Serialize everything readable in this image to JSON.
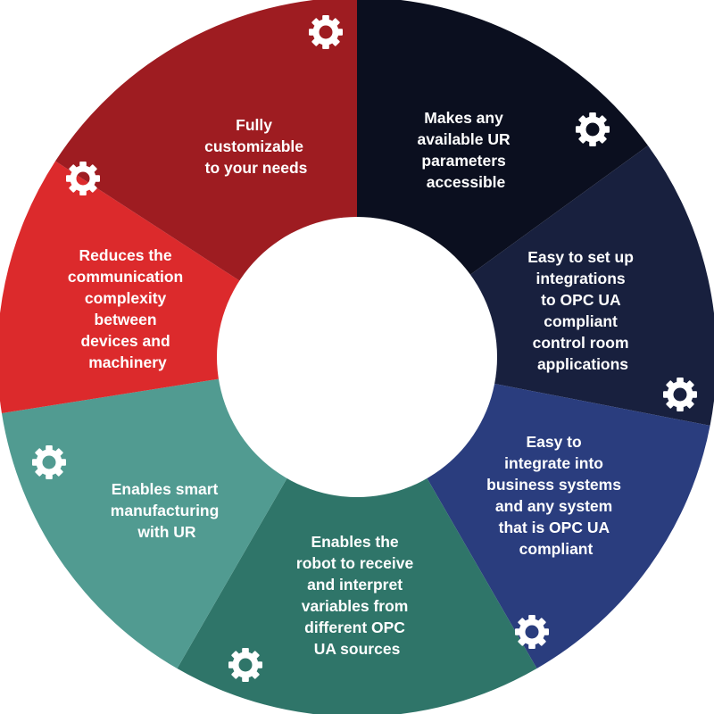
{
  "segments": [
    {
      "id": "makes-parameters-accessible",
      "color": "#0b0f1f",
      "lines": [
        "Makes any",
        "available UR",
        "parameters",
        "accessible"
      ]
    },
    {
      "id": "easy-integrations-opc-ua",
      "color": "#18203e",
      "lines": [
        "Easy to set up",
        "integrations",
        "to OPC UA",
        "compliant",
        "control room",
        "applications"
      ]
    },
    {
      "id": "integrate-business-systems",
      "color": "#2a3d7e",
      "lines": [
        "Easy to",
        "integrate into",
        "business systems",
        "and any system",
        "that is OPC UA",
        "compliant"
      ]
    },
    {
      "id": "receive-interpret-variables",
      "color": "#2f7569",
      "lines": [
        "Enables the",
        "robot to receive",
        "and interpret",
        "variables from",
        "different OPC",
        "UA sources"
      ]
    },
    {
      "id": "smart-manufacturing",
      "color": "#519b91",
      "lines": [
        "Enables smart",
        "manufacturing",
        "with UR"
      ]
    },
    {
      "id": "reduces-complexity",
      "color": "#dc2a2c",
      "lines": [
        "Reduces the",
        "communication",
        "complexity",
        "between",
        "devices and",
        "machinery"
      ]
    },
    {
      "id": "fully-customizable",
      "color": "#9e1c21",
      "lines": [
        "Fully",
        "customizable",
        "to your needs"
      ]
    }
  ],
  "gears": [
    {
      "id": "top",
      "icon": "gear-icon"
    },
    {
      "id": "upper-right",
      "icon": "gear-icon"
    },
    {
      "id": "right",
      "icon": "gear-icon"
    },
    {
      "id": "lower-right",
      "icon": "gear-icon"
    },
    {
      "id": "bottom",
      "icon": "gear-icon"
    },
    {
      "id": "left",
      "icon": "gear-icon"
    },
    {
      "id": "upper-left",
      "icon": "gear-icon"
    }
  ]
}
